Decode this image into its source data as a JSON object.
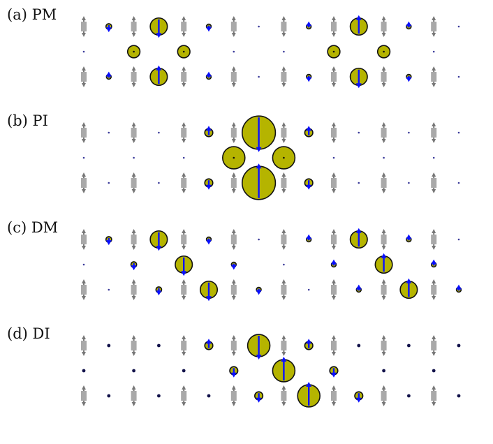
{
  "panels": [
    {
      "label": "(a) PM",
      "rows": [
        [
          [
            "b",
            0
          ],
          [
            "c",
            0.12,
            "d"
          ],
          [
            "b",
            0
          ],
          [
            "c",
            0.36,
            "d"
          ],
          [
            "b",
            0
          ],
          [
            "c",
            0.1,
            "d"
          ],
          [
            "b",
            0
          ],
          [
            "d"
          ],
          [
            "b",
            0
          ],
          [
            "c",
            0.1,
            "u"
          ],
          [
            "b",
            0
          ],
          [
            "c",
            0.36,
            "u"
          ],
          [
            "b",
            0
          ],
          [
            "c",
            0.1,
            "u"
          ],
          [
            "b",
            0
          ],
          [
            "d"
          ]
        ],
        [
          [
            "d"
          ],
          [
            "c",
            0.26,
            "n"
          ],
          [
            "c",
            0.26,
            "n"
          ],
          [
            "d"
          ],
          [
            "d"
          ],
          [
            "c",
            0.26,
            "n"
          ],
          [
            "c",
            0.26,
            "n"
          ],
          [
            "d"
          ]
        ],
        [
          [
            "b",
            0
          ],
          [
            "c",
            0.1,
            "u"
          ],
          [
            "b",
            0
          ],
          [
            "c",
            0.36,
            "u"
          ],
          [
            "b",
            0
          ],
          [
            "c",
            0.1,
            "u"
          ],
          [
            "b",
            0
          ],
          [
            "d"
          ],
          [
            "b",
            0
          ],
          [
            "c",
            0.1,
            "d"
          ],
          [
            "b",
            0
          ],
          [
            "c",
            0.36,
            "d"
          ],
          [
            "b",
            0
          ],
          [
            "c",
            0.1,
            "d"
          ],
          [
            "b",
            0
          ],
          [
            "d"
          ]
        ]
      ]
    },
    {
      "label": "(b) PI",
      "rows": [
        [
          [
            "b",
            0
          ],
          [
            "d"
          ],
          [
            "b",
            0
          ],
          [
            "d"
          ],
          [
            "b",
            0
          ],
          [
            "c",
            0.17,
            "u"
          ],
          [
            "b",
            0
          ],
          [
            "c",
            0.7,
            "d"
          ],
          [
            "b",
            0
          ],
          [
            "c",
            0.17,
            "u"
          ],
          [
            "b",
            0
          ],
          [
            "d"
          ],
          [
            "b",
            0
          ],
          [
            "d"
          ],
          [
            "b",
            0
          ],
          [
            "d"
          ]
        ],
        [
          [
            "d"
          ],
          [
            "d"
          ],
          [
            "d"
          ],
          [
            "c",
            0.47,
            "n"
          ],
          [
            "c",
            0.47,
            "n"
          ],
          [
            "d"
          ],
          [
            "d"
          ],
          [
            "d"
          ]
        ],
        [
          [
            "b",
            0
          ],
          [
            "d"
          ],
          [
            "b",
            0
          ],
          [
            "d"
          ],
          [
            "b",
            0
          ],
          [
            "c",
            0.17,
            "d"
          ],
          [
            "b",
            0
          ],
          [
            "c",
            0.7,
            "u"
          ],
          [
            "b",
            0
          ],
          [
            "c",
            0.17,
            "d"
          ],
          [
            "b",
            0
          ],
          [
            "d"
          ],
          [
            "b",
            0
          ],
          [
            "d"
          ],
          [
            "b",
            0
          ],
          [
            "d"
          ]
        ]
      ]
    },
    {
      "label": "(c) DM",
      "rows": [
        [
          [
            "b",
            0
          ],
          [
            "c",
            0.12,
            "d"
          ],
          [
            "b",
            0
          ],
          [
            "c",
            0.36,
            "d"
          ],
          [
            "b",
            0
          ],
          [
            "c",
            0.1,
            "d"
          ],
          [
            "b",
            0
          ],
          [
            "d"
          ],
          [
            "b",
            0
          ],
          [
            "c",
            0.1,
            "u"
          ],
          [
            "b",
            0
          ],
          [
            "c",
            0.36,
            "u"
          ],
          [
            "b",
            0
          ],
          [
            "c",
            0.1,
            "u"
          ],
          [
            "b",
            0
          ],
          [
            "d"
          ]
        ],
        [
          [
            "d"
          ],
          [
            "c",
            0.12,
            "d"
          ],
          [
            "c",
            0.36,
            "d"
          ],
          [
            "c",
            0.1,
            "d"
          ],
          [
            "d"
          ],
          [
            "c",
            0.1,
            "u"
          ],
          [
            "c",
            0.36,
            "u"
          ],
          [
            "c",
            0.1,
            "u"
          ]
        ],
        [
          [
            "b",
            0
          ],
          [
            "d"
          ],
          [
            "b",
            0
          ],
          [
            "c",
            0.12,
            "d"
          ],
          [
            "b",
            0
          ],
          [
            "c",
            0.36,
            "d"
          ],
          [
            "b",
            0
          ],
          [
            "c",
            0.1,
            "d"
          ],
          [
            "b",
            0
          ],
          [
            "d"
          ],
          [
            "b",
            0
          ],
          [
            "c",
            0.1,
            "u"
          ],
          [
            "b",
            0
          ],
          [
            "c",
            0.36,
            "u"
          ],
          [
            "b",
            0
          ],
          [
            "c",
            0.1,
            "u"
          ]
        ]
      ]
    },
    {
      "label": "(d) DI",
      "rows": [
        [
          [
            "b",
            0
          ],
          [
            "k"
          ],
          [
            "b",
            0
          ],
          [
            "k"
          ],
          [
            "b",
            0
          ],
          [
            "c",
            0.17,
            "u"
          ],
          [
            "b",
            0
          ],
          [
            "c",
            0.47,
            "d"
          ],
          [
            "b",
            0
          ],
          [
            "c",
            0.17,
            "u"
          ],
          [
            "b",
            0
          ],
          [
            "k"
          ],
          [
            "b",
            0
          ],
          [
            "k"
          ],
          [
            "b",
            0
          ],
          [
            "k"
          ]
        ],
        [
          [
            "k"
          ],
          [
            "k"
          ],
          [
            "k"
          ],
          [
            "c",
            0.17,
            "d"
          ],
          [
            "c",
            0.47,
            "u"
          ],
          [
            "c",
            0.17,
            "d"
          ],
          [
            "k"
          ],
          [
            "k"
          ]
        ],
        [
          [
            "b",
            0
          ],
          [
            "k"
          ],
          [
            "b",
            0
          ],
          [
            "k"
          ],
          [
            "b",
            0
          ],
          [
            "k"
          ],
          [
            "b",
            0
          ],
          [
            "c",
            0.17,
            "d"
          ],
          [
            "b",
            0
          ],
          [
            "c",
            0.47,
            "u"
          ],
          [
            "b",
            0
          ],
          [
            "c",
            0.17,
            "d"
          ],
          [
            "b",
            0
          ],
          [
            "k"
          ],
          [
            "b",
            0
          ],
          [
            "k"
          ]
        ]
      ]
    }
  ],
  "colors": {
    "bar": "#a9a9a9",
    "arrow_gray": "#777777",
    "circle_fill": "#b5b400",
    "circle_stroke": "#111111",
    "arrow": "#0a10ff",
    "dot_blue": "#3a3a9a",
    "dot_dark": "#12124a"
  }
}
